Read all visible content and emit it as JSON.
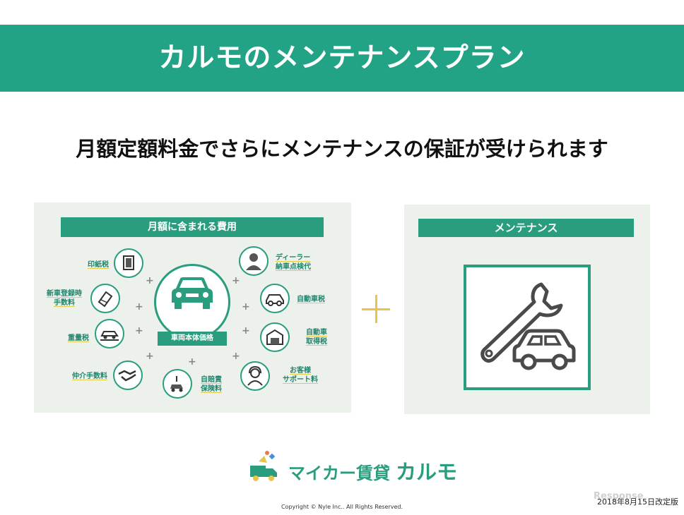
{
  "header": {
    "title": "カルモのメンテナンスプラン"
  },
  "subtitle": "月額定額料金でさらにメンテナンスの保証が受けられます",
  "left_panel": {
    "heading": "月額に含まれる費用",
    "center_label": "車両本体価格",
    "items": [
      {
        "label": "印紙税",
        "icon": "stamp-icon"
      },
      {
        "label": "新車登録時\n手数料",
        "icon": "document-icon"
      },
      {
        "label": "重量税",
        "icon": "car-scale-icon"
      },
      {
        "label": "仲介手数料",
        "icon": "handshake-icon"
      },
      {
        "label": "自賠責\n保険料",
        "icon": "accident-car-icon"
      },
      {
        "label": "お客様\nサポート料",
        "icon": "support-icon"
      },
      {
        "label": "自動車\n取得税",
        "icon": "garage-icon"
      },
      {
        "label": "自動車税",
        "icon": "car-icon"
      },
      {
        "label": "ディーラー\n納車点検代",
        "icon": "dealer-icon"
      }
    ],
    "plus": "+"
  },
  "big_plus": "+",
  "right_panel": {
    "heading": "メンテナンス",
    "icon": "wrench-car-icon"
  },
  "logo": {
    "text": "マイカー賃貸",
    "brand": "カルモ"
  },
  "footer": {
    "date": "2018年8月15日改定版",
    "copyright": "Copyright © Nyle Inc.. All Rights Reserved.",
    "watermark": "Response"
  },
  "colors": {
    "accent": "#22a386",
    "panel": "#ecf1ec",
    "plus": "#e9c44c"
  }
}
